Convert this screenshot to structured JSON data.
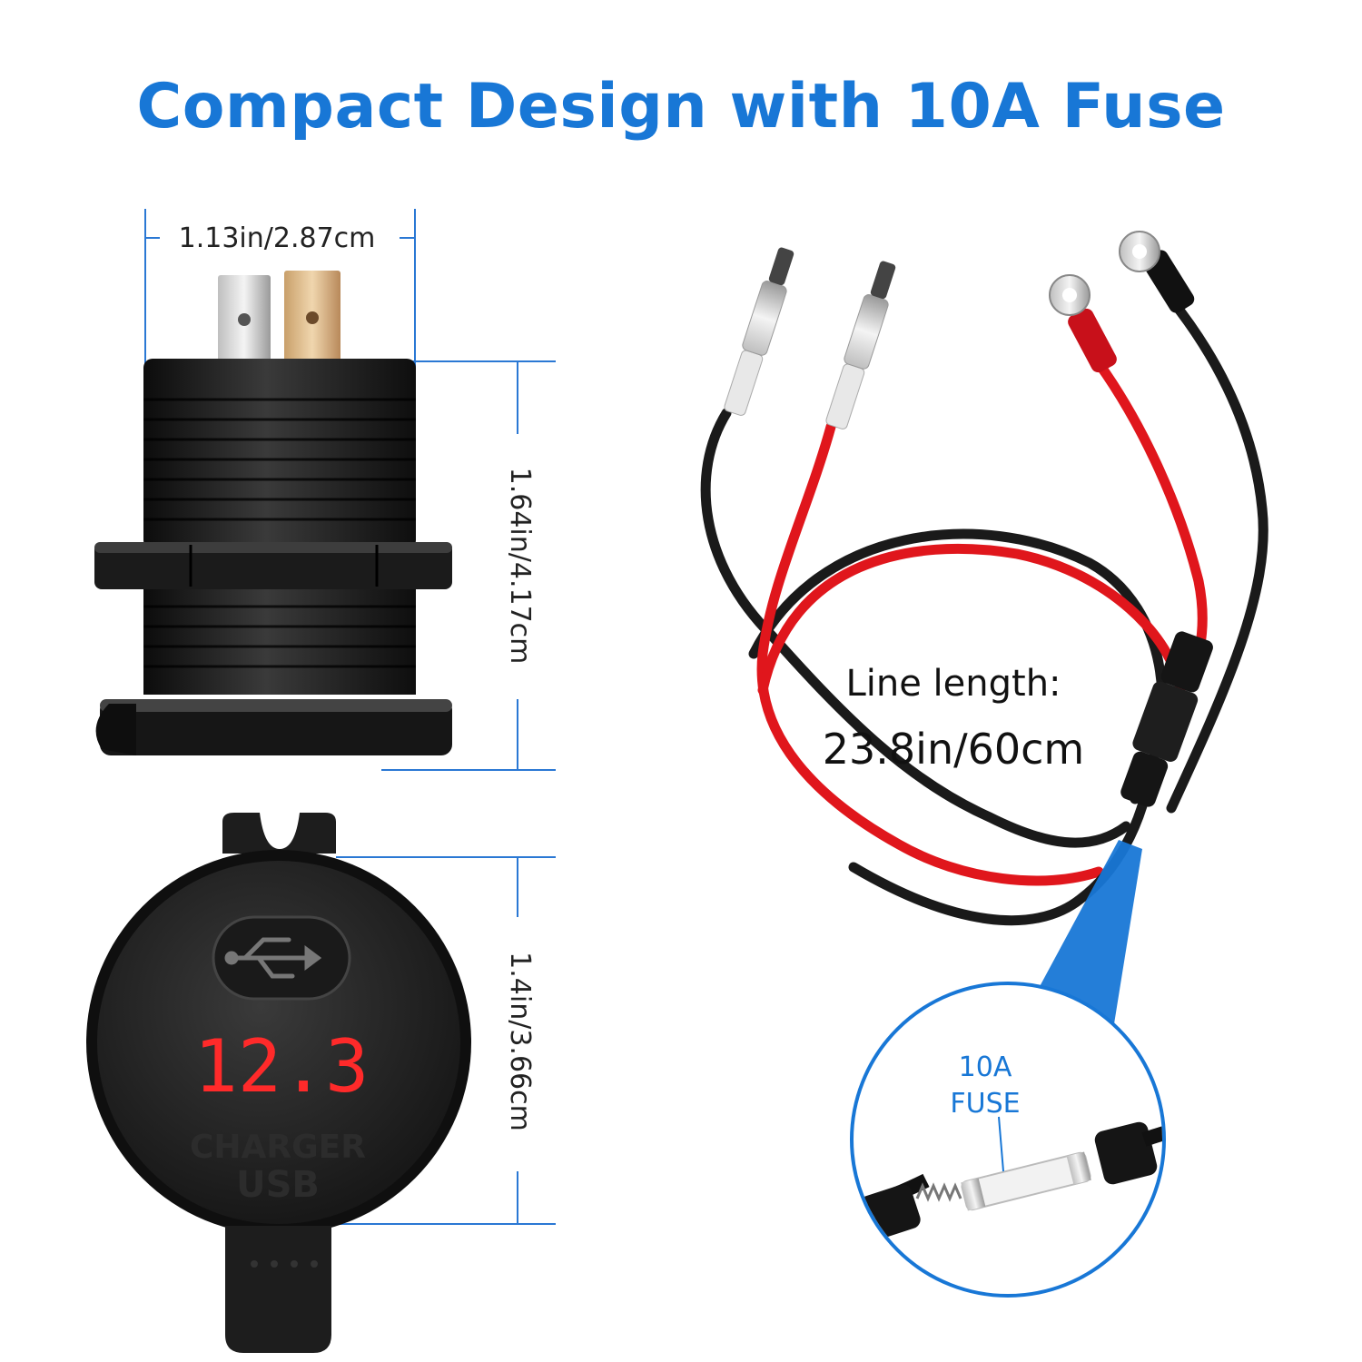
{
  "title": "Compact Design with 10A Fuse",
  "dimensions": {
    "width": "1.13in/2.87cm",
    "height_body": "1.64in/4.17cm",
    "height_face": "1.4in/3.66cm"
  },
  "display": {
    "voltage": "12.3",
    "charger_label": "CHARGER",
    "usb_label": "USB"
  },
  "cable": {
    "line_length_label": "Line length:",
    "line_length_value": "23.8in/60cm"
  },
  "fuse": {
    "line1": "10A",
    "line2": "FUSE"
  },
  "colors": {
    "accent": "#1877d6",
    "red_wire": "#e0161c",
    "black_wire": "#1a1a1a",
    "led": "#ff2a2a"
  }
}
